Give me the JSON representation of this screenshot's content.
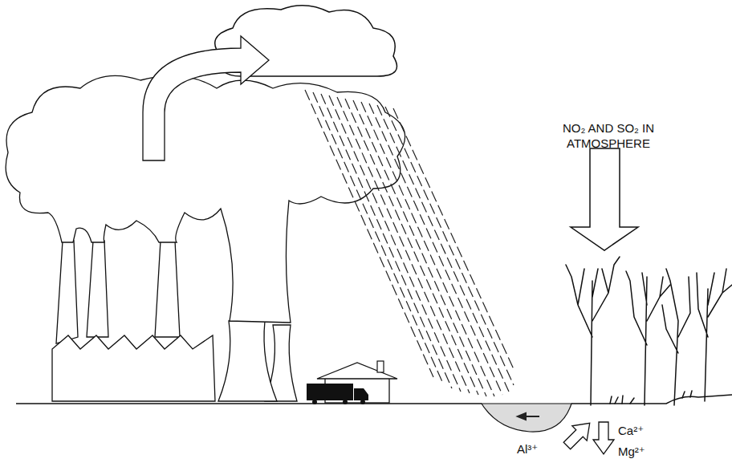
{
  "diagram": {
    "labels": [
      "NO₂ AND SO₂ IN ATMOSPHERE",
      "Al³⁺",
      "Ca²⁺",
      "Mg²⁺"
    ]
  }
}
